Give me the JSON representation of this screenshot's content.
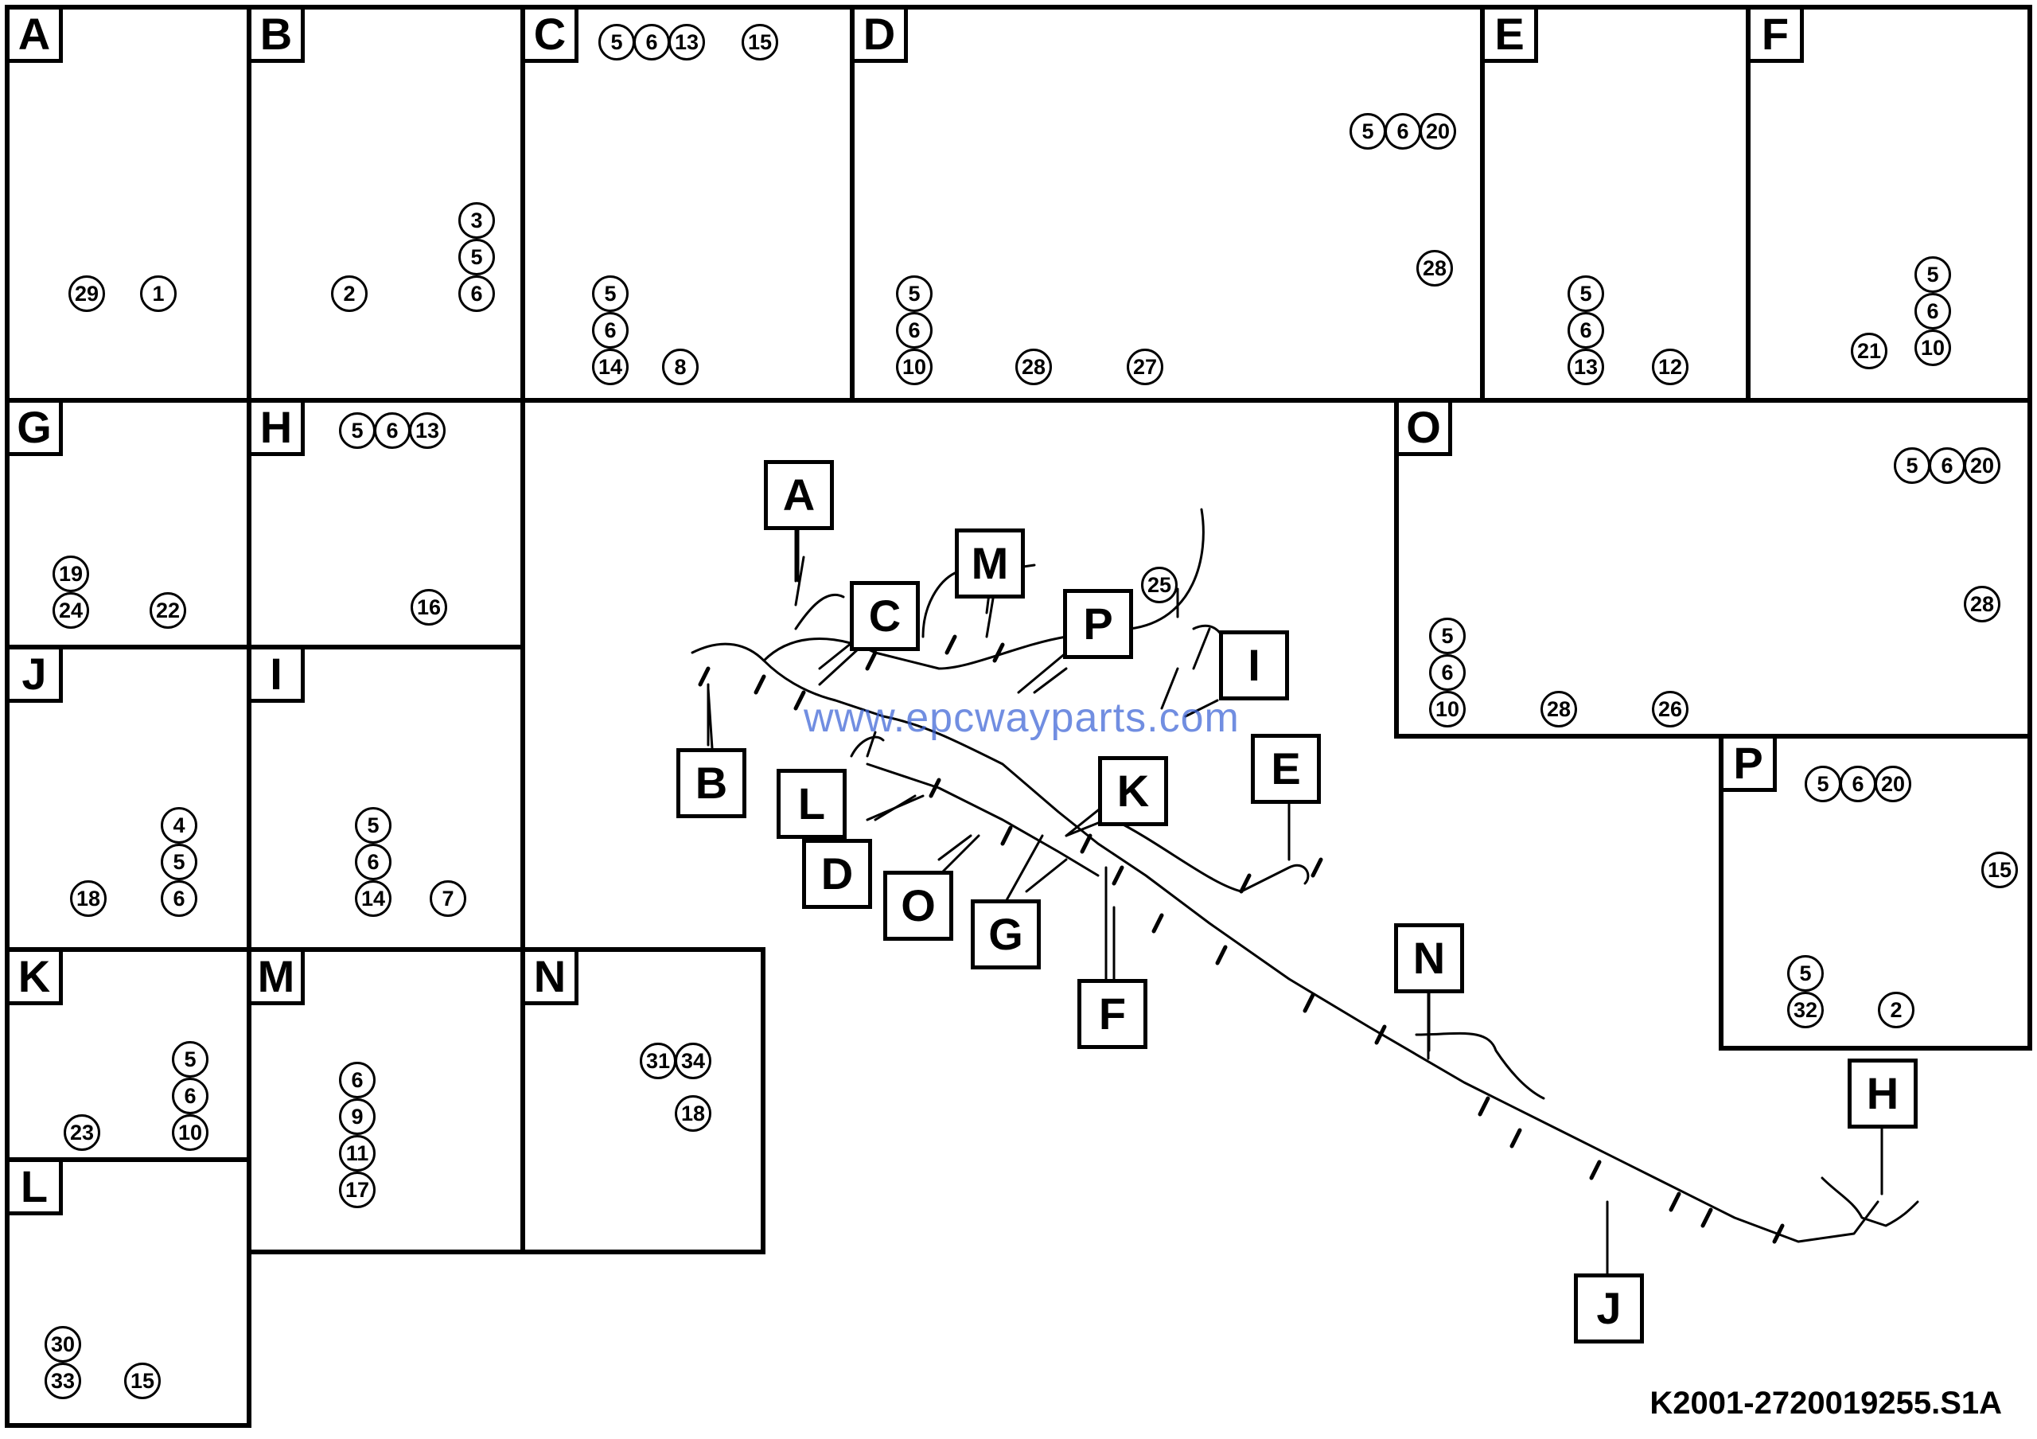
{
  "panels": [
    {
      "id": "A",
      "numbers": [
        "29",
        "1"
      ]
    },
    {
      "id": "B",
      "numbers": [
        "2",
        "3",
        "5",
        "6"
      ]
    },
    {
      "id": "C",
      "numbers": [
        "5",
        "6",
        "13",
        "15",
        "5",
        "6",
        "14",
        "8"
      ]
    },
    {
      "id": "D",
      "numbers": [
        "5",
        "6",
        "20",
        "28",
        "5",
        "6",
        "10",
        "28",
        "27"
      ]
    },
    {
      "id": "E",
      "numbers": [
        "5",
        "6",
        "13",
        "12"
      ]
    },
    {
      "id": "F",
      "numbers": [
        "21",
        "5",
        "6",
        "10"
      ]
    },
    {
      "id": "G",
      "numbers": [
        "19",
        "24",
        "22"
      ]
    },
    {
      "id": "H",
      "numbers": [
        "5",
        "6",
        "13",
        "16"
      ]
    },
    {
      "id": "J",
      "numbers": [
        "18",
        "4",
        "5",
        "6"
      ]
    },
    {
      "id": "I",
      "numbers": [
        "5",
        "6",
        "14",
        "7"
      ]
    },
    {
      "id": "K",
      "numbers": [
        "23",
        "5",
        "6",
        "10"
      ]
    },
    {
      "id": "M",
      "numbers": [
        "6",
        "9",
        "11",
        "17"
      ]
    },
    {
      "id": "N",
      "numbers": [
        "31",
        "34",
        "18"
      ]
    },
    {
      "id": "L",
      "numbers": [
        "30",
        "33",
        "15"
      ]
    },
    {
      "id": "O",
      "numbers": [
        "5",
        "6",
        "20",
        "28",
        "5",
        "6",
        "10",
        "28",
        "26"
      ]
    },
    {
      "id": "P",
      "numbers": [
        "5",
        "6",
        "20",
        "15",
        "5",
        "32",
        "2"
      ]
    }
  ],
  "main_callouts": [
    "A",
    "C",
    "M",
    "P",
    "B",
    "L",
    "D",
    "O",
    "G",
    "K",
    "I",
    "E",
    "F",
    "N",
    "H",
    "J"
  ],
  "main_numbers": [
    "25"
  ],
  "watermark": "www.epcwayparts.com",
  "reference_code": "K2001-2720019255.S1A"
}
